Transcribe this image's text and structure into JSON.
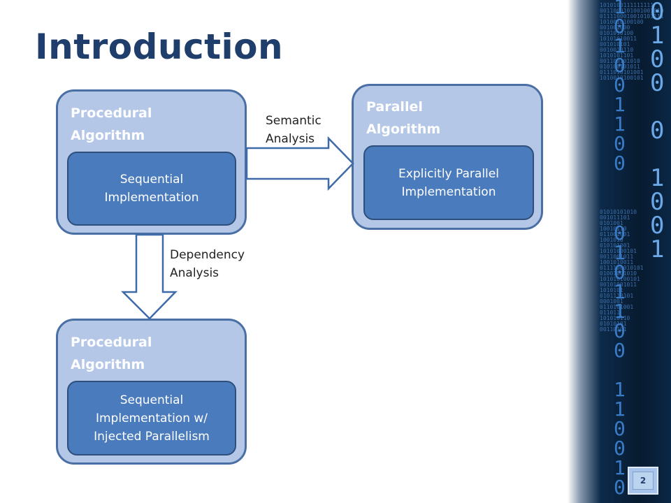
{
  "slide": {
    "title": "Introduction",
    "page_number": "2"
  },
  "boxes": {
    "procedural_top": {
      "title": "Procedural\nAlgorithm",
      "inner": "Sequential\nImplementation"
    },
    "parallel": {
      "title": "Parallel\nAlgorithm",
      "inner": "Explicitly Parallel\nImplementation"
    },
    "procedural_bottom": {
      "title": "Procedural\nAlgorithm",
      "inner": "Sequential\nImplementation w/\nInjected Parallelism"
    }
  },
  "arrows": {
    "semantic": "Semantic\nAnalysis",
    "dependency": "Dependency\nAnalysis"
  },
  "colors": {
    "outer_fill": "#b4c7e7",
    "outer_border": "#4a6fa5",
    "inner_fill": "#4a7bbd",
    "title": "#1f3e6b"
  },
  "decor": {
    "binary_background": "binary-code-image"
  }
}
